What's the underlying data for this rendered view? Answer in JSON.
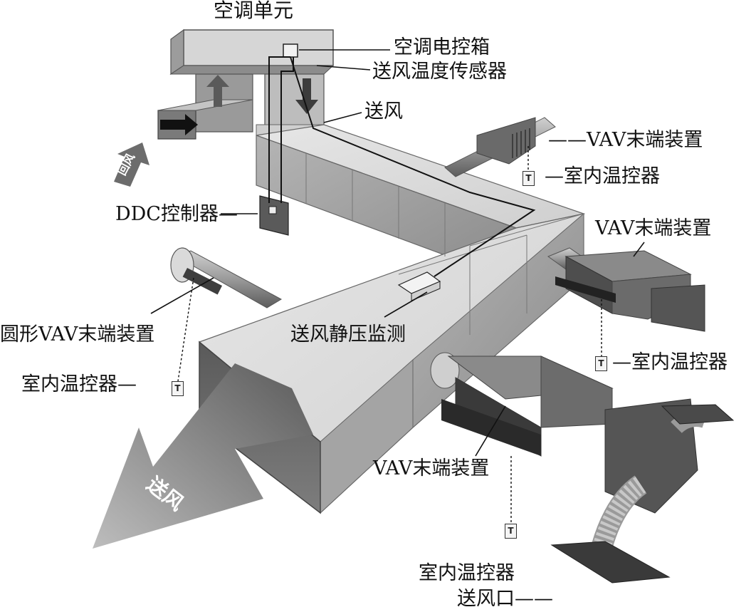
{
  "labels": {
    "ahu": "空调单元",
    "ahu_control_box": "空调电控箱",
    "supply_temp_sensor": "送风温度传感器",
    "supply_air": "送风",
    "vav_terminal_1": "——VAV末端装置",
    "thermostat_1": "—室内温控器",
    "ddc_controller": "DDC控制器—",
    "vav_terminal_2": "VAV末端装置",
    "round_vav_terminal": "圆形VAV末端装置",
    "supply_static_pressure": "送风静压监测",
    "thermostat_2": "—室内温控器",
    "thermostat_left": "室内温控器—",
    "vav_terminal_3": "VAV末端装置",
    "thermostat_bottom": "室内温控器",
    "supply_outlet": "送风口——",
    "return_air_arrow": "回风",
    "supply_air_arrow": "送风"
  },
  "thermostat_glyph": "T",
  "colors": {
    "duct_top": "#d9d9d9",
    "duct_side": "#9a9a9a",
    "duct_front": "#6e6e6e",
    "arrow_gray": "#8c8c8c",
    "line": "#111111"
  }
}
